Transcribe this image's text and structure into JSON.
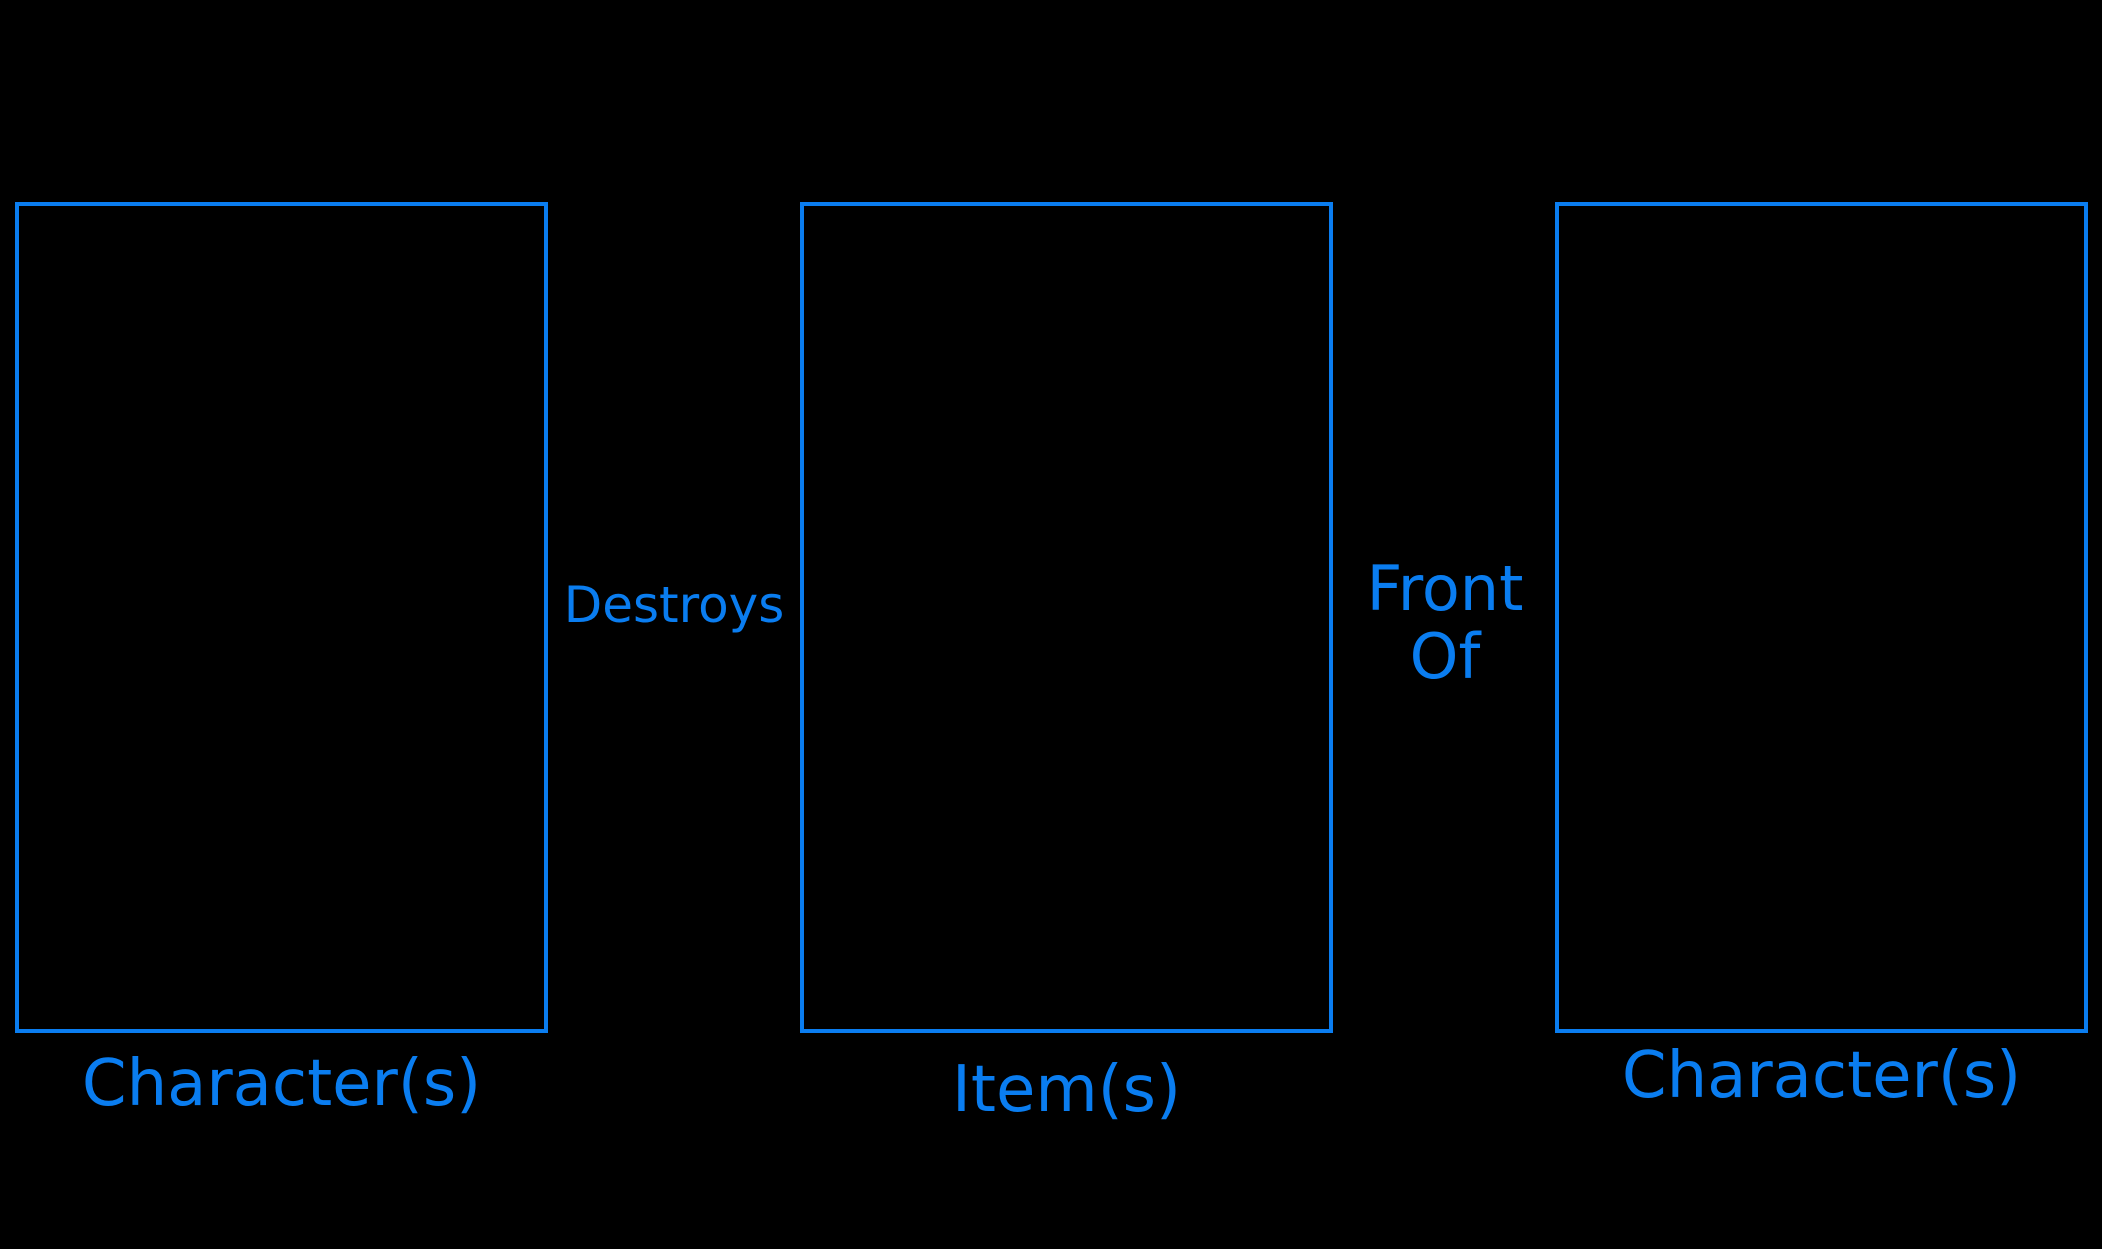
{
  "panels": [
    {
      "caption": "Character(s)"
    },
    {
      "caption": "Item(s)"
    },
    {
      "caption": "Character(s)"
    }
  ],
  "connectors": [
    {
      "text": "Destroys"
    },
    {
      "text": "Front Of"
    }
  ],
  "colors": {
    "accent": "#0a7df0",
    "background": "#000000"
  }
}
